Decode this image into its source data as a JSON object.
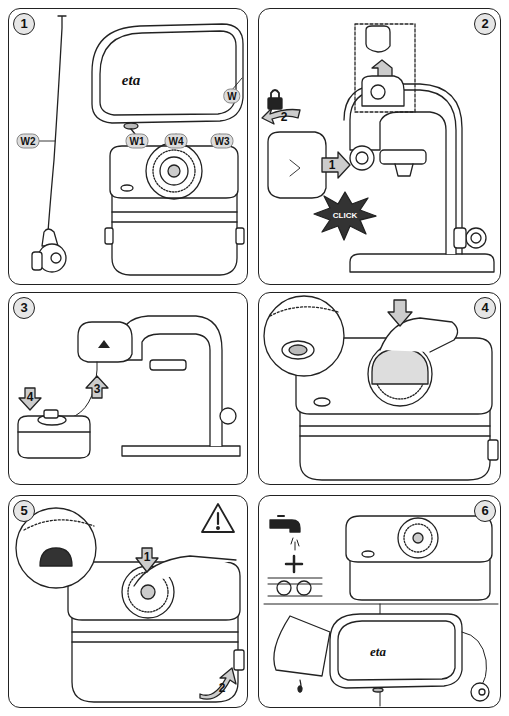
{
  "diagram": {
    "nodes": [
      {
        "text": [
          "1"
        ]
      },
      {
        "text": [
          "2"
        ]
      },
      {
        "text": [
          "3"
        ]
      },
      {
        "text": [
          "4"
        ]
      },
      {
        "text": [
          "5"
        ]
      },
      {
        "text": [
          "6"
        ]
      }
    ],
    "labels": [
      "W",
      "eta",
      "W2",
      "W1",
      "W4",
      "W3",
      "2",
      "1",
      "CLICK",
      "3",
      "4",
      "1",
      "2",
      "eta"
    ]
  }
}
